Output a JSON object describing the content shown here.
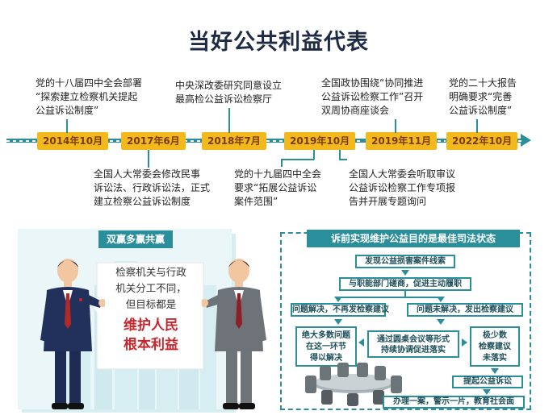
{
  "title": "当好公共利益代表",
  "timeline": {
    "dates": [
      "2014年10月",
      "2017年6月",
      "2018年7月",
      "2019年10月",
      "2019年11月",
      "2022年10月"
    ],
    "events": {
      "e1": [
        "党的十八届四中全会部署",
        "“探索建立检察机关提起",
        "公益诉讼制度”"
      ],
      "e2": [
        "全国人大常委会修改民事",
        "诉讼法、行政诉讼法，正式",
        "建立检察公益诉讼制度"
      ],
      "e3": [
        "中央深改委研究同意设立",
        "最高检公益诉讼检察厅"
      ],
      "e4": [
        "党的十九届四中全会",
        "要求“拓展公益诉讼",
        "案件范围”"
      ],
      "e5": [
        "全国人大常委会听取审议",
        "公益诉讼检察工作专项报",
        "告并开展专题询问"
      ],
      "e6": [
        "全国政协围绕“协同推进",
        "公益诉讼检察工作”召开",
        "双周协商座谈会"
      ],
      "e7": [
        "党的二十大报告",
        "明确要求“完善",
        "公益诉讼制度”"
      ]
    }
  },
  "left_panel": {
    "header": "双赢多赢共赢",
    "speech_lines": [
      "检察机关与行政",
      "机关分工不同，",
      "但目标都是"
    ],
    "speech_emph": [
      "维护人民",
      "根本利益"
    ]
  },
  "right_panel": {
    "header": "诉前实现维护公益目的是最佳司法状态",
    "step1": "发现公益损害案件线索",
    "step2": "与职能部门磋商，促进主动履职",
    "branch_left": "问题解决，不再发检察建议",
    "branch_right": "问题未解决，发出检察建议",
    "box_left": [
      "绝大多数问题",
      "在这一环节",
      "得以解决"
    ],
    "box_center": [
      "通过圆桌会议等形式",
      "持续协调促进落实"
    ],
    "box_right": [
      "极少数",
      "检察建议",
      "未落实"
    ],
    "step_sue": "提起公益诉讼",
    "result": "办理一案，警示一片，教育社会面"
  },
  "colors": {
    "teal": "#2a8f9b",
    "date_yellow": "#f3b81b",
    "emphasis_red": "#c6272e"
  }
}
